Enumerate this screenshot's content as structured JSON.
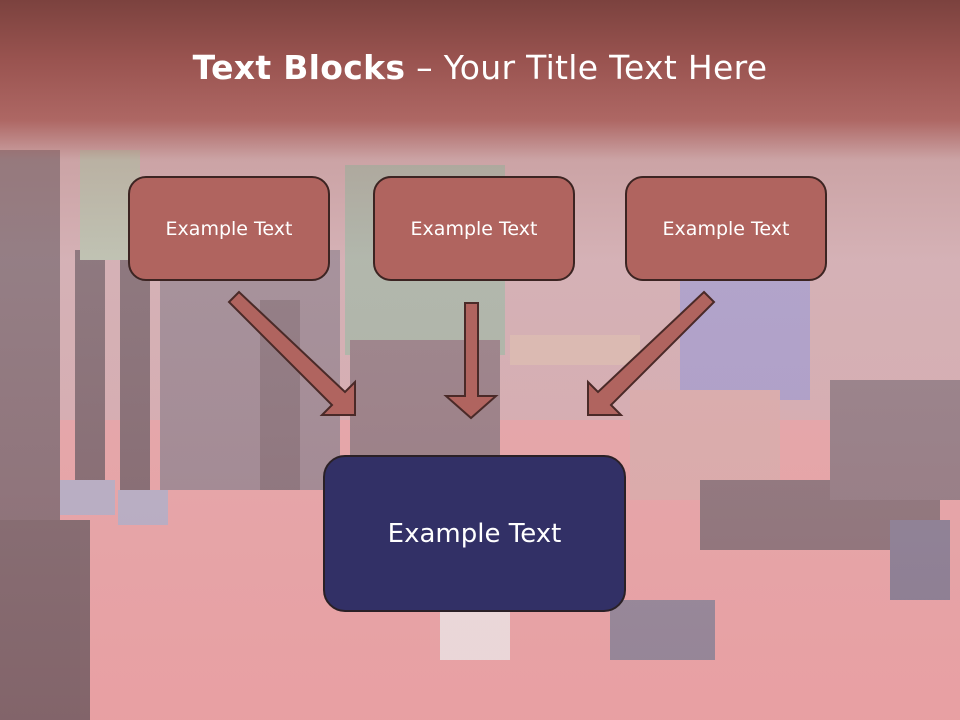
{
  "title": {
    "bold": "Text Blocks",
    "dash": " – ",
    "rest": "Your Title Text Here"
  },
  "boxes": {
    "top_left": "Example Text",
    "top_center": "Example Text",
    "top_right": "Example Text",
    "bottom": "Example Text"
  },
  "colors": {
    "header": "#7e4541",
    "small_box_fill": "#b0645f",
    "big_box_fill": "#323066",
    "arrow_fill": "#b0645f",
    "arrow_stroke": "#4a2a28"
  }
}
